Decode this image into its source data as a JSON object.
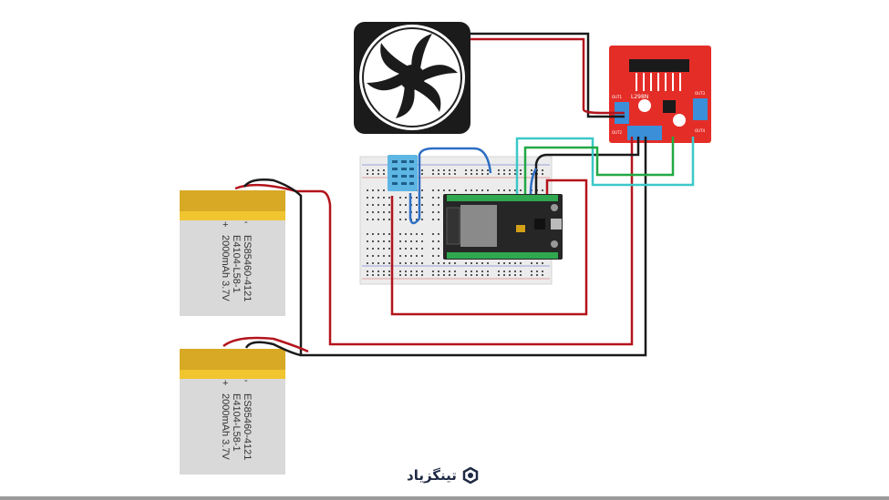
{
  "batteries": [
    {
      "model": "ES85460-4121",
      "code": "E4104-L58-1",
      "rating": "2000mAh 3.7V",
      "plus": "+",
      "minus": "-"
    },
    {
      "model": "ES85460-4121",
      "code": "E4104-L58-1",
      "rating": "2000mAh 3.7V",
      "plus": "+",
      "minus": "-"
    }
  ],
  "driver": {
    "label": "L298N",
    "out1": "OUT1",
    "out2": "OUT2",
    "out3": "OUT3",
    "out4": "OUT4"
  },
  "logo": {
    "text": "تینگزیاد"
  },
  "colors": {
    "wire_red": "#b3141c",
    "wire_black": "#1a1a1a",
    "wire_blue": "#2d6fc4",
    "wire_cyan": "#3cc8c8",
    "wire_green": "#22a845",
    "driver_red": "#e42d27",
    "dht_blue": "#5db6e3"
  }
}
